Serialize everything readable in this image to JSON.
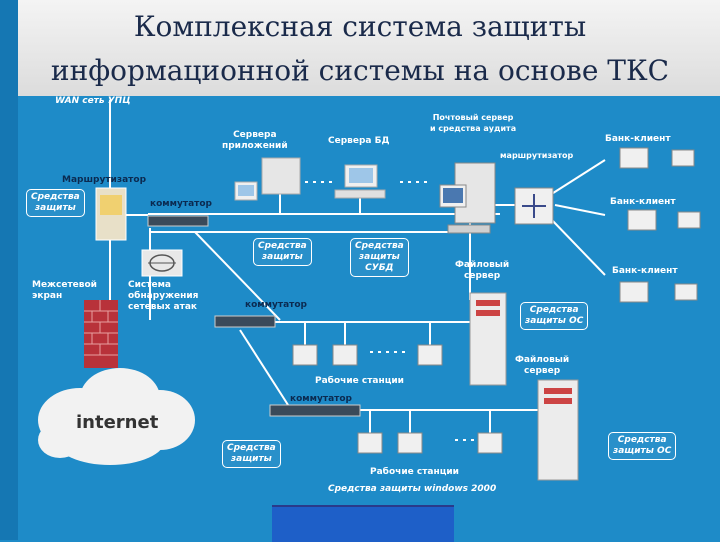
{
  "title": {
    "line1": "Комплексная система защиты",
    "line2": "информационной системы на основе ТКС"
  },
  "labels": {
    "wan": "WAN сеть УПЦ",
    "router": "Маршрутизатор",
    "security_left": [
      "Средства",
      "защиты"
    ],
    "switch1": "коммутатор",
    "app_servers": [
      "Сервера",
      "приложений"
    ],
    "db_servers": "Сервера БД",
    "mail_server": [
      "Почтовый сервер",
      "и средства аудита"
    ],
    "router2": "маршрутизатор",
    "bank_client_1": "Банк-клиент",
    "bank_client_2": "Банк-клиент",
    "bank_client_3": "Банк-клиент",
    "security_mid": [
      "Средства",
      "защиты"
    ],
    "security_dbms": [
      "Средства",
      "защиты",
      "СУБД"
    ],
    "file_server_1": [
      "Файловый",
      "сервер"
    ],
    "firewall": [
      "Межсетевой",
      "экран"
    ],
    "ids": [
      "Система",
      "обнаружения",
      "сетевых атак"
    ],
    "switch2": "коммутатор",
    "security_os_1": [
      "Средства",
      "защиты ОС"
    ],
    "file_server_2": [
      "Файловый",
      "сервер"
    ],
    "workstations_1": "Рабочие  станции",
    "switch3": "коммутатор",
    "internet": "internet",
    "security_bottom": [
      "Средства",
      "защиты"
    ],
    "workstations_2": "Рабочие  станции",
    "security_os_2": [
      "Средства",
      "защиты ОС"
    ],
    "windows_security": "Средства защиты windows 2000"
  },
  "colors": {
    "background": "#1e8bc8",
    "line": "#ffffff",
    "firewall": "#b8323a",
    "cloud": "#f2f2f2"
  }
}
